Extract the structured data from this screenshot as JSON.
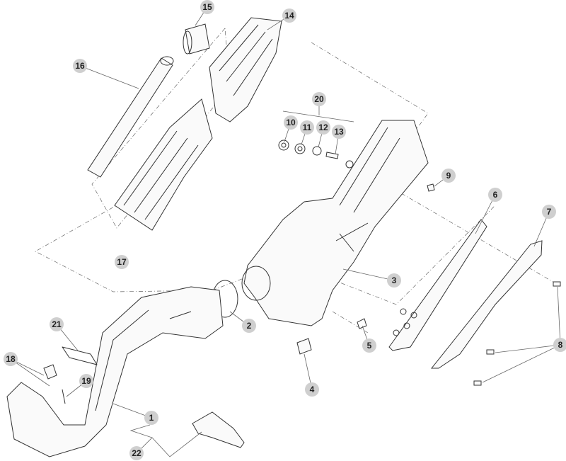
{
  "diagram": {
    "title": "Exhaust system exploded view",
    "callouts": [
      "1",
      "2",
      "3",
      "4",
      "5",
      "6",
      "7",
      "8",
      "9",
      "10",
      "11",
      "12",
      "13",
      "14",
      "15",
      "16",
      "17",
      "18",
      "19",
      "20",
      "21",
      "22"
    ],
    "colors": {
      "callout_fill": "#cfcfcf",
      "line": "#333333"
    }
  }
}
